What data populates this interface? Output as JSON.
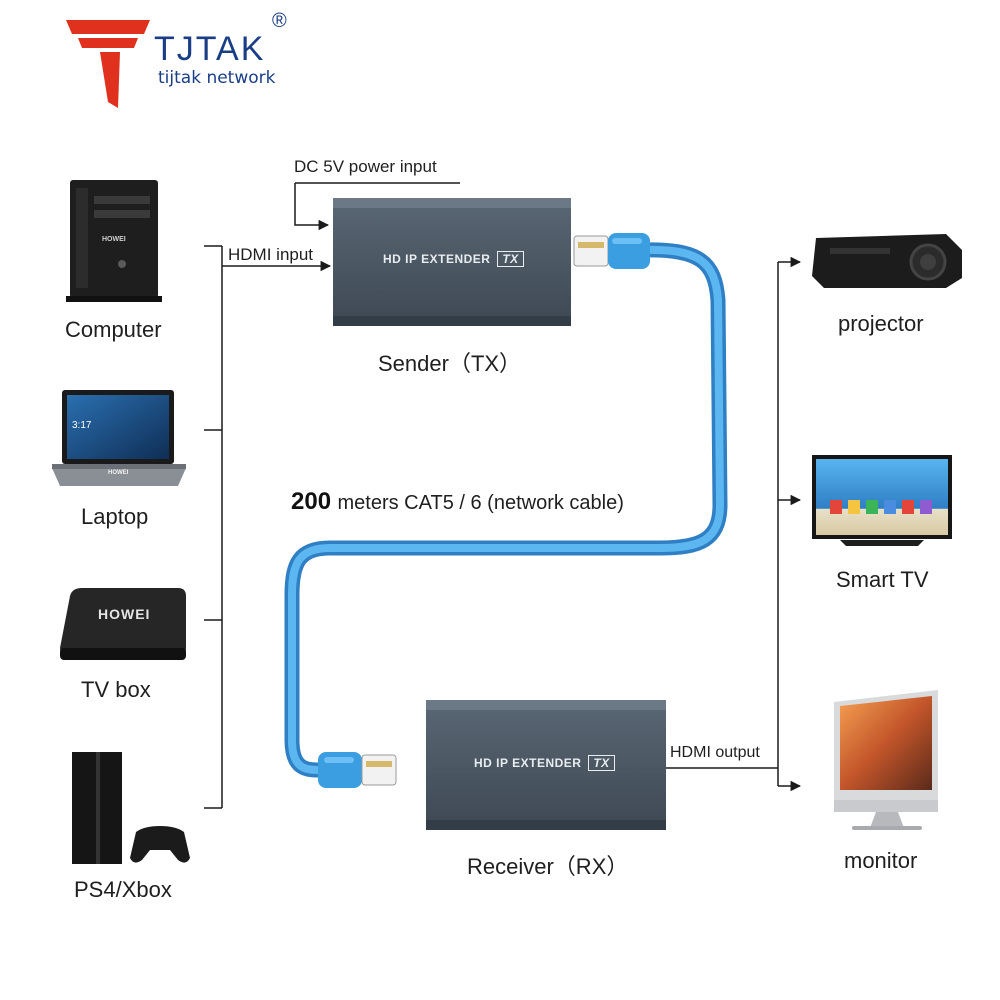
{
  "brand": {
    "name": "TJTAK",
    "subtitle": "tijtak network",
    "registered_mark": "®"
  },
  "sources": [
    {
      "label": "Computer",
      "icon": "computer-tower-icon",
      "badge": "HOWEI"
    },
    {
      "label": "Laptop",
      "icon": "laptop-icon",
      "badge": "HOWEI",
      "screen_time": "3:17"
    },
    {
      "label": "TV box",
      "icon": "tv-box-icon",
      "badge": "HOWEI"
    },
    {
      "label": "PS4/Xbox",
      "icon": "game-console-icon"
    }
  ],
  "displays": [
    {
      "label": "projector",
      "icon": "projector-icon"
    },
    {
      "label": "Smart TV",
      "icon": "smart-tv-icon"
    },
    {
      "label": "monitor",
      "icon": "monitor-icon"
    }
  ],
  "sender": {
    "device_text": "HD IP EXTENDER",
    "device_tag": "TX",
    "caption": "Sender（TX）",
    "power_label": "DC 5V power input",
    "input_label": "HDMI input"
  },
  "receiver": {
    "device_text": "HD IP EXTENDER",
    "device_tag": "TX",
    "caption": "Receiver（RX）",
    "output_label": "HDMI output"
  },
  "cable": {
    "distance": "200",
    "description": "meters CAT5 / 6 (network cable)"
  },
  "colors": {
    "brand_red": "#e0311f",
    "brand_blue": "#1a3e86",
    "cable_blue": "#3a9ee0",
    "device_gray": "#4d5a66"
  }
}
